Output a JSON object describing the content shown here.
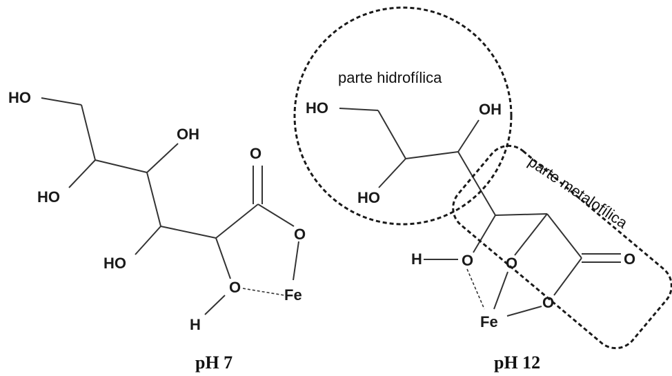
{
  "atoms": {
    "hydroxyl": "HO",
    "hydroxyl_right": "OH",
    "oxygen": "O",
    "hydrogen": "H",
    "iron": "Fe"
  },
  "labels": {
    "hydrophilic": "parte hidrofílica",
    "metallophilic": "parte metalofílica"
  },
  "captions": {
    "left": "pH 7",
    "right": "pH 12"
  }
}
